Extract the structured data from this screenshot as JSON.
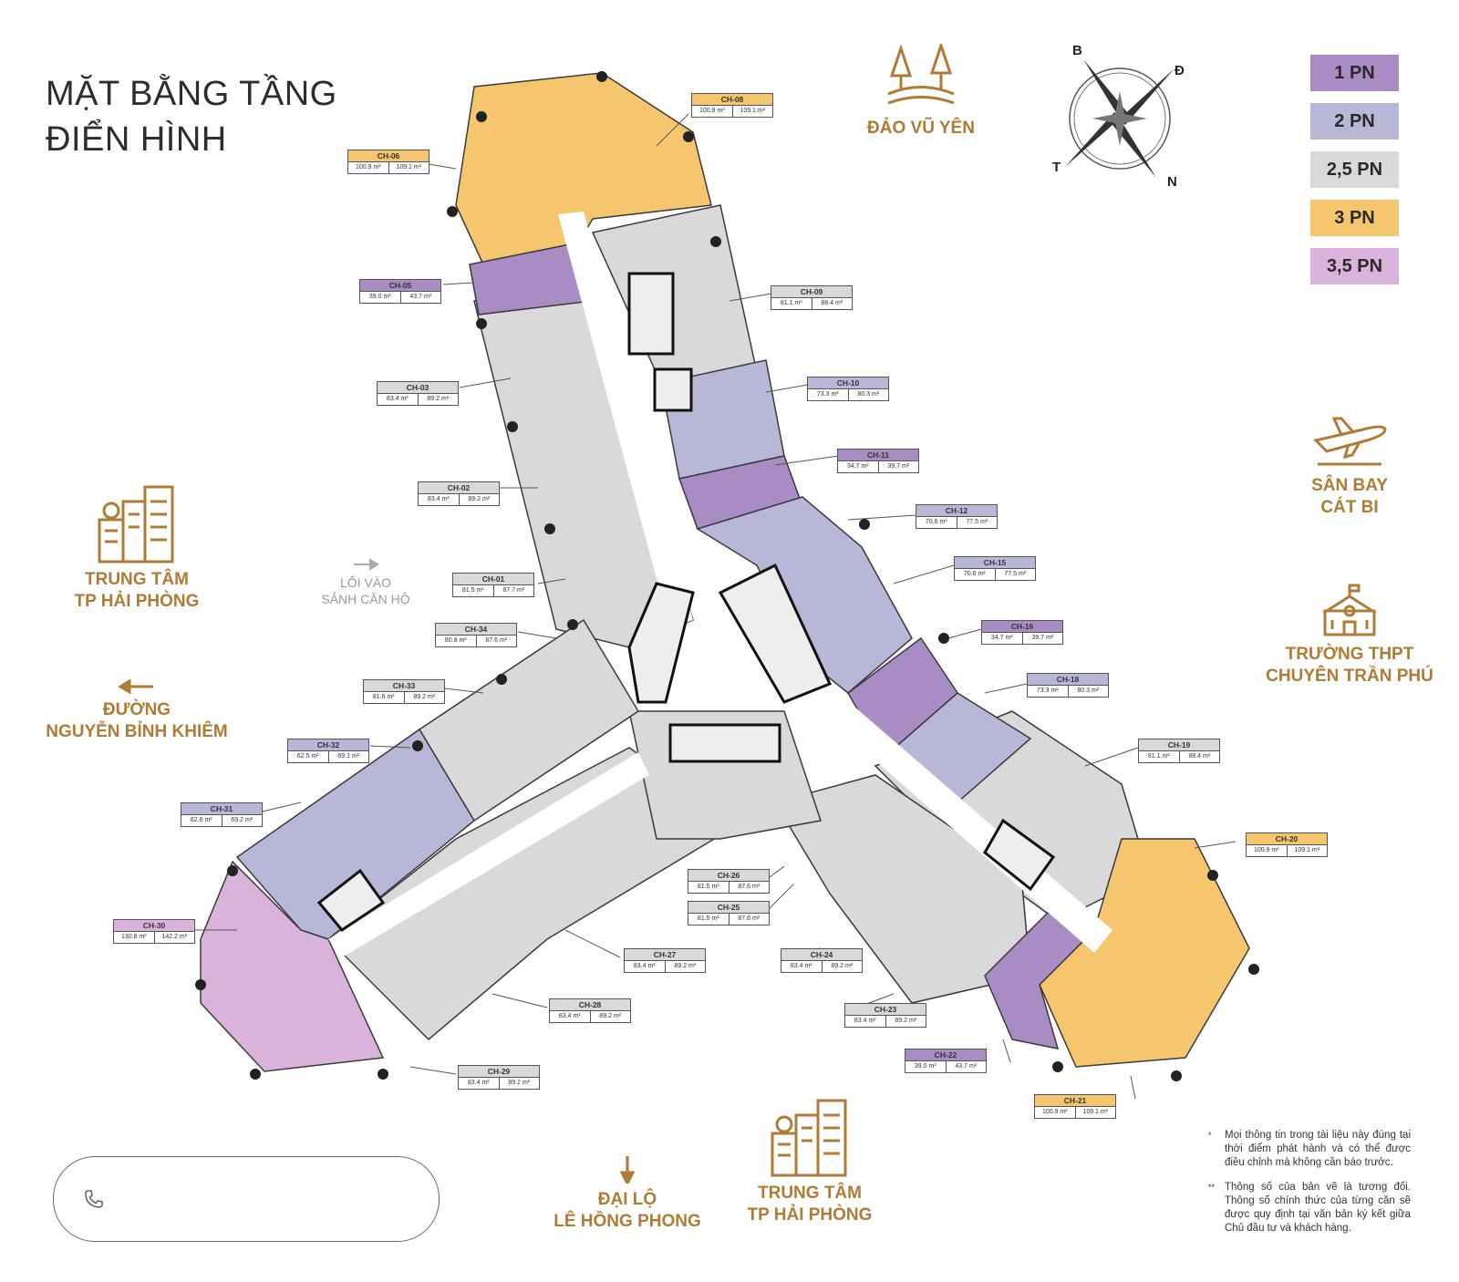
{
  "title": {
    "line1": "MẶT BẰNG TẦNG",
    "line2": "ĐIỂN HÌNH"
  },
  "legend": [
    {
      "label": "1 PN",
      "color": "#a98cc4"
    },
    {
      "label": "2 PN",
      "color": "#b8b7d8"
    },
    {
      "label": "2,5 PN",
      "color": "#d9d9d9"
    },
    {
      "label": "3 PN",
      "color": "#f6c66e"
    },
    {
      "label": "3,5 PN",
      "color": "#dab3dc"
    }
  ],
  "compass": {
    "n": "B",
    "e": "Đ",
    "w": "T",
    "s": "N"
  },
  "places": {
    "dao_vu_yen": {
      "line1": "ĐẢO VŨ YÊN",
      "icon": "island-trees-icon"
    },
    "san_bay": {
      "line1": "SÂN BAY",
      "line2": "CÁT BI",
      "icon": "airplane-icon"
    },
    "truong_thpt": {
      "line1": "TRƯỜNG THPT",
      "line2": "CHUYÊN TRẦN PHÚ",
      "icon": "school-icon"
    },
    "trung_tam_left": {
      "line1": "TRUNG TÂM",
      "line2": "TP HẢI PHÒNG",
      "icon": "city-buildings-icon"
    },
    "duong_nbk": {
      "line1": "ĐƯỜNG",
      "line2": "NGUYỄN BỈNH KHIÊM",
      "icon": "arrow-left-icon"
    },
    "dai_lo": {
      "line1": "ĐẠI LỘ",
      "line2": "LÊ HỒNG PHONG",
      "icon": "arrow-down-icon"
    },
    "trung_tam_bottom": {
      "line1": "TRUNG TÂM",
      "line2": "TP HẢI PHÒNG",
      "icon": "city-buildings-icon"
    }
  },
  "entry": {
    "line1": "LỐI VÀO",
    "line2": "SẢNH CĂN HỘ"
  },
  "units": [
    {
      "id": "CH-06",
      "a1": "100.9 m²",
      "a2": "109.1 m²",
      "type": 3
    },
    {
      "id": "CH-08",
      "a1": "100.9 m²",
      "a2": "109.1 m²",
      "type": 3
    },
    {
      "id": "CH-05",
      "a1": "39.0 m²",
      "a2": "43.7 m²",
      "type": 0
    },
    {
      "id": "CH-09",
      "a1": "81.1 m²",
      "a2": "88.4 m²",
      "type": 2
    },
    {
      "id": "CH-03",
      "a1": "83.4 m²",
      "a2": "89.2 m²",
      "type": 2
    },
    {
      "id": "CH-10",
      "a1": "73.3 m²",
      "a2": "80.3 m²",
      "type": 1
    },
    {
      "id": "CH-11",
      "a1": "34.7 m²",
      "a2": "39.7 m²",
      "type": 0
    },
    {
      "id": "CH-02",
      "a1": "83.4 m²",
      "a2": "89.2 m²",
      "type": 2
    },
    {
      "id": "CH-12",
      "a1": "70.6 m²",
      "a2": "77.5 m²",
      "type": 1
    },
    {
      "id": "CH-15",
      "a1": "70.6 m²",
      "a2": "77.5 m²",
      "type": 1
    },
    {
      "id": "CH-01",
      "a1": "81.5 m²",
      "a2": "87.7 m²",
      "type": 2
    },
    {
      "id": "CH-16",
      "a1": "34.7 m²",
      "a2": "39.7 m²",
      "type": 0
    },
    {
      "id": "CH-34",
      "a1": "80.8 m²",
      "a2": "87.6 m²",
      "type": 2
    },
    {
      "id": "CH-33",
      "a1": "81.6 m²",
      "a2": "89.2 m²",
      "type": 2
    },
    {
      "id": "CH-18",
      "a1": "73.3 m²",
      "a2": "80.3 m²",
      "type": 1
    },
    {
      "id": "CH-32",
      "a1": "62.5 m²",
      "a2": "69.1 m²",
      "type": 1
    },
    {
      "id": "CH-19",
      "a1": "81.1 m²",
      "a2": "88.4 m²",
      "type": 2
    },
    {
      "id": "CH-31",
      "a1": "62.6 m²",
      "a2": "69.2 m²",
      "type": 1
    },
    {
      "id": "CH-20",
      "a1": "100.9 m²",
      "a2": "109.1 m²",
      "type": 3
    },
    {
      "id": "CH-26",
      "a1": "81.5 m²",
      "a2": "87.6 m²",
      "type": 2
    },
    {
      "id": "CH-25",
      "a1": "81.5 m²",
      "a2": "87.6 m²",
      "type": 2
    },
    {
      "id": "CH-30",
      "a1": "130.8 m²",
      "a2": "142.2 m²",
      "type": 4
    },
    {
      "id": "CH-27",
      "a1": "83.4 m²",
      "a2": "89.2 m²",
      "type": 2
    },
    {
      "id": "CH-24",
      "a1": "83.4 m²",
      "a2": "89.2 m²",
      "type": 2
    },
    {
      "id": "CH-28",
      "a1": "83.4 m²",
      "a2": "89.2 m²",
      "type": 2
    },
    {
      "id": "CH-23",
      "a1": "83.4 m²",
      "a2": "89.2 m²",
      "type": 2
    },
    {
      "id": "CH-22",
      "a1": "39.0 m²",
      "a2": "43.7 m²",
      "type": 0
    },
    {
      "id": "CH-29",
      "a1": "83.4 m²",
      "a2": "89.2 m²",
      "type": 2
    },
    {
      "id": "CH-21",
      "a1": "100.9 m²",
      "a2": "109.1 m²",
      "type": 3
    }
  ],
  "notes": [
    {
      "bullet": "*",
      "text": "Mọi thông tin trong tài liệu này đúng tại thời điểm phát hành và có thể được điều chỉnh mà không cần báo trước."
    },
    {
      "bullet": "**",
      "text": "Thông số của bản vẽ là tương đối. Thông số chính thức của từng căn sẽ được quy định tại văn bản ký kết giữa Chủ đầu tư và khách hàng."
    }
  ]
}
